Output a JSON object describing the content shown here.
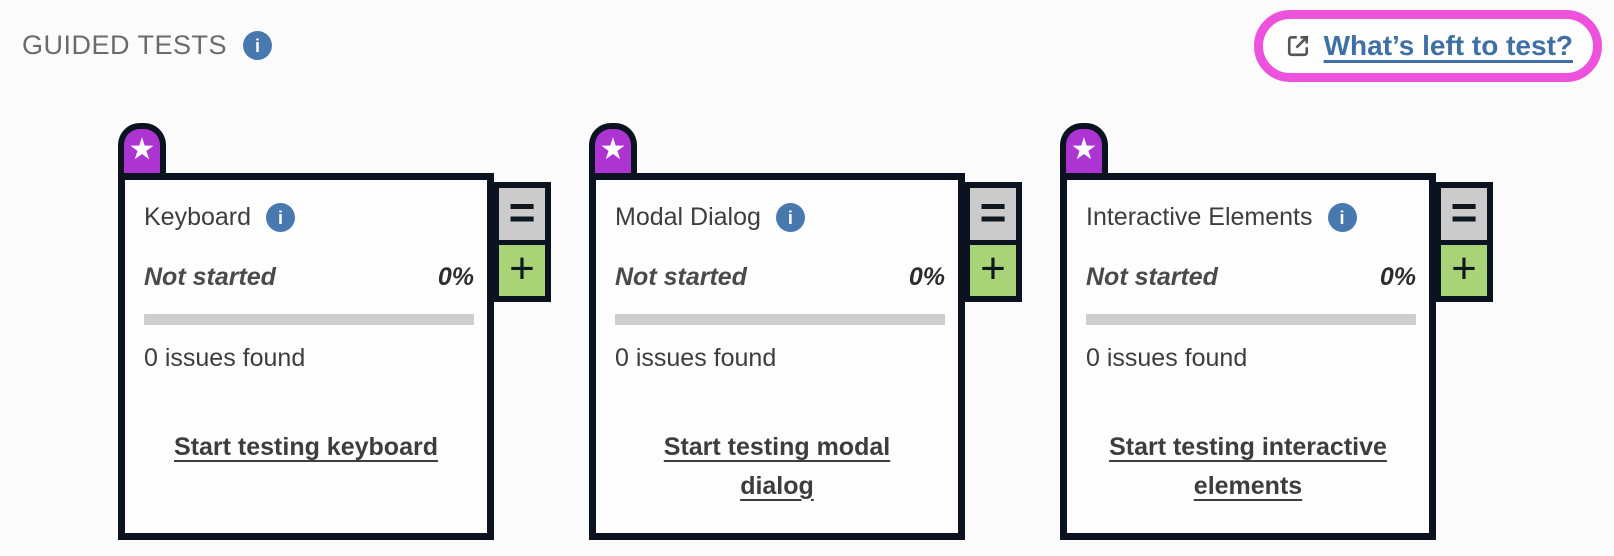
{
  "header": {
    "title": "GUIDED TESTS",
    "whats_left_link": "What’s left to test?"
  },
  "icons": {
    "info_glyph": "i",
    "star_glyph": "★",
    "reorder_glyph": "=",
    "add_glyph": "+"
  },
  "cards": [
    {
      "title": "Keyboard",
      "status": "Not started",
      "percent": "0%",
      "progress_percent": 0,
      "issues": "0 issues found",
      "start_link": "Start testing keyboard"
    },
    {
      "title": "Modal Dialog",
      "status": "Not started",
      "percent": "0%",
      "progress_percent": 0,
      "issues": "0 issues found",
      "start_link": "Start testing modal dialog"
    },
    {
      "title": "Interactive Elements",
      "status": "Not started",
      "percent": "0%",
      "progress_percent": 0,
      "issues": "0 issues found",
      "start_link": "Start testing interactive elements"
    }
  ],
  "colors": {
    "highlight_pink": "#ec52dc",
    "link_blue": "#3e70a5",
    "info_blue": "#4779ae",
    "badge_purple": "#ac35d2",
    "add_green": "#a9d377",
    "reorder_gray": "#cbcbcb",
    "border_black": "#0b1320"
  }
}
